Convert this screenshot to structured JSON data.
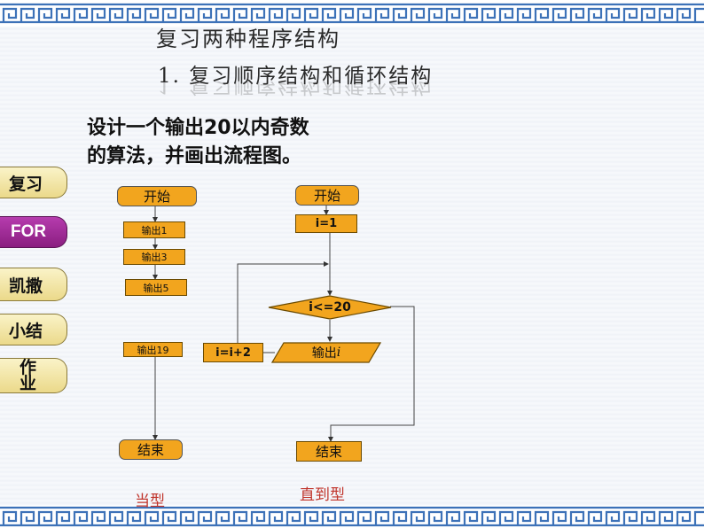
{
  "main_title": "复习两种程序结构",
  "sub_title": "1. 复习顺序结构和循环结构",
  "task_line1": "设计一个输出20以内奇数",
  "task_line2": "的算法，并画出流程图。",
  "nav": {
    "review": "复习",
    "for": "FOR",
    "kaisa": "凯撒",
    "summary": "小结",
    "homework_1": "作",
    "homework_2": "业"
  },
  "left_flow": {
    "start": "开始",
    "out1": "输出1",
    "out3": "输出3",
    "out5": "输出5",
    "out19": "输出19",
    "end": "结束",
    "caption": "当型"
  },
  "right_flow": {
    "start": "开始",
    "init": "i=1",
    "condition": "i<=20",
    "output_prefix": "输出",
    "output_var": "i",
    "increment": "i=i+2",
    "end": "结束",
    "caption": "直到型"
  },
  "colors": {
    "box_fill": "#f2a51e",
    "border_blue": "#2e6db4",
    "caption_red": "#c0342b",
    "nav_gold": "#ebd98a",
    "nav_purple": "#8a1e80"
  }
}
